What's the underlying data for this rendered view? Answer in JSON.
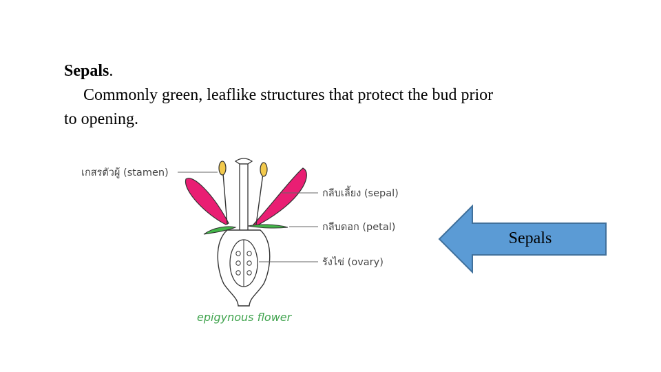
{
  "slide": {
    "heading": "Sepals",
    "heading_suffix": ".",
    "body_line1": "Commonly green, leaflike structures that protect the bud prior",
    "body_line2": "to opening."
  },
  "diagram": {
    "labels": {
      "stamen": "เกสรตัวผู้ (stamen)",
      "sepal": "กลีบเลี้ยง (sepal)",
      "petal": "กลีบดอก (petal)",
      "ovary": "รังไข่ (ovary)"
    },
    "caption": "epigynous flower",
    "colors": {
      "sepal": "#e91e73",
      "petal": "#43b649",
      "anther": "#f2c94c",
      "caption": "#3fa34d"
    }
  },
  "arrow": {
    "label": "Sepals",
    "fill": "#5b9bd5",
    "stroke": "#41719c"
  }
}
